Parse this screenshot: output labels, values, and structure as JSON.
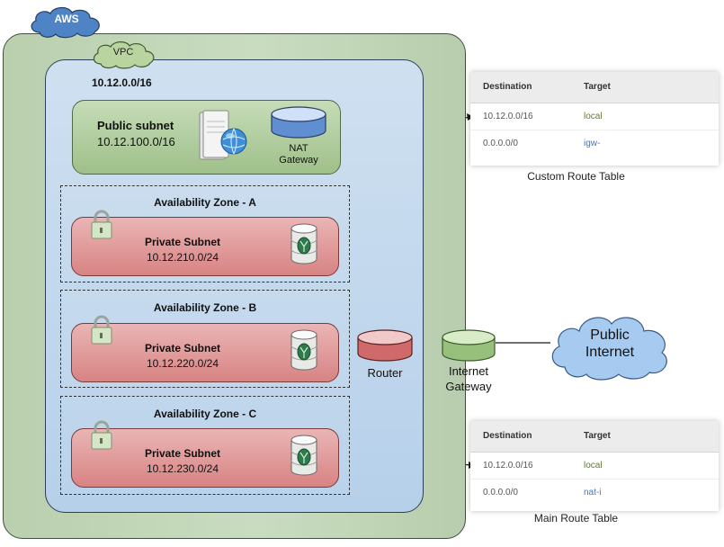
{
  "aws": {
    "label": "AWS"
  },
  "vpc": {
    "label": "VPC",
    "cidr": "10.12.0.0/16"
  },
  "public_subnet": {
    "title": "Public subnet",
    "cidr": "10.12.100.0/16"
  },
  "nat_gateway": {
    "label_line1": "NAT",
    "label_line2": "Gateway"
  },
  "availability_zones": [
    {
      "title": "Availability Zone - A",
      "subnet_title": "Private Subnet",
      "subnet_cidr": "10.12.210.0/24"
    },
    {
      "title": "Availability Zone - B",
      "subnet_title": "Private Subnet",
      "subnet_cidr": "10.12.220.0/24"
    },
    {
      "title": "Availability Zone - C",
      "subnet_title": "Private Subnet",
      "subnet_cidr": "10.12.230.0/24"
    }
  ],
  "router": {
    "label": "Router"
  },
  "internet_gateway": {
    "label_line1": "Internet",
    "label_line2": "Gateway"
  },
  "public_internet": {
    "label_line1": "Public",
    "label_line2": "Internet"
  },
  "custom_route_table": {
    "caption": "Custom Route Table",
    "headers": {
      "destination": "Destination",
      "target": "Target"
    },
    "rows": [
      {
        "destination": "10.12.0.0/16",
        "target": "local"
      },
      {
        "destination": "0.0.0.0/0",
        "target": "igw-"
      }
    ]
  },
  "main_route_table": {
    "caption": "Main Route Table",
    "headers": {
      "destination": "Destination",
      "target": "Target"
    },
    "rows": [
      {
        "destination": "10.12.0.0/16",
        "target": "local"
      },
      {
        "destination": "0.0.0.0/0",
        "target": "nat-i"
      }
    ]
  },
  "colors": {
    "aws_cloud": "#4e83c6",
    "vpc_cloud": "#b9d49f",
    "public_subnet": "#a9c893",
    "private_subnet": "#e09898",
    "router": "#d97070",
    "internet_gateway": "#a6c98e",
    "nat_gateway": "#7aa5dc",
    "public_internet_cloud": "#a7cbf0"
  }
}
